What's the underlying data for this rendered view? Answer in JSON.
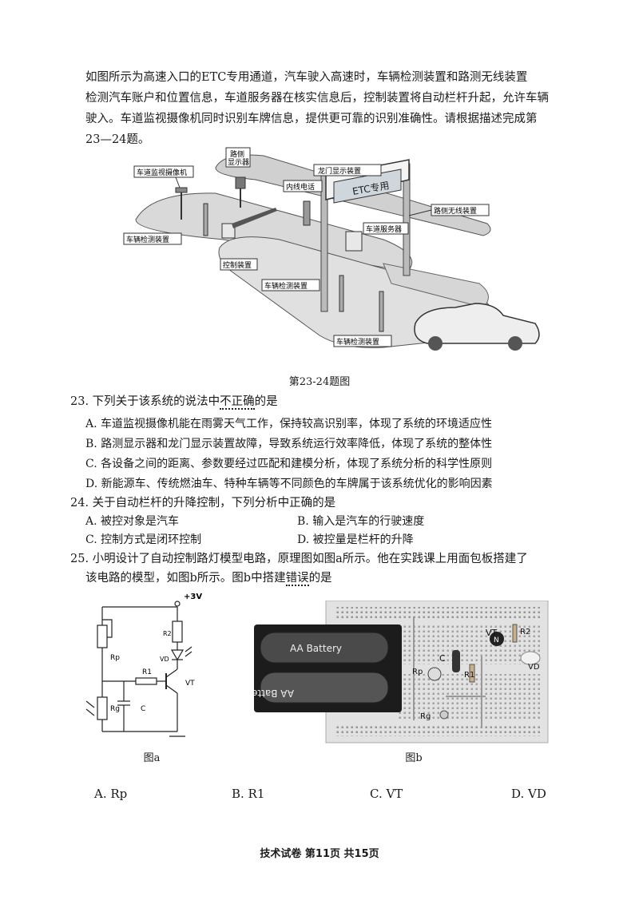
{
  "intro": {
    "line1": "如图所示为高速入口的ETC专用通道，汽车驶入高速时，车辆检测装置和路测无线装置",
    "line2": "检测汽车账户和位置信息，车道服务器在核实信息后，控制装置将自动栏杆升起，允许车辆",
    "line3": "驶入。车道监视摄像机同时识别车牌信息，提供更可靠的识别准确性。请根据描述完成第",
    "line4": "23—24题。"
  },
  "figure1": {
    "labels": {
      "camera": "车道监视摄像机",
      "roadside_display_1": "路侧",
      "roadside_display_2": "显示器",
      "gantry_display": "龙门显示装置",
      "intercom": "内线电话",
      "etc_sign": "ETC专用",
      "roadside_wireless": "路侧无线装置",
      "lane_server": "车道服务器",
      "vehicle_detect_1": "车辆检测装置",
      "control_device": "控制装置",
      "vehicle_detect_2": "车辆检测装置",
      "vehicle_detect_3": "车辆检测装置"
    },
    "caption": "第23-24题图"
  },
  "q23": {
    "stem_pre": "23. 下列关于该系统的说法中",
    "stem_emph": "不正确",
    "stem_post": "的是",
    "A": "A. 车道监视摄像机能在雨雾天气工作，保持较高识别率，体现了系统的环境适应性",
    "B": "B. 路测显示器和龙门显示装置故障，导致系统运行效率降低，体现了系统的整体性",
    "C": "C. 各设备之间的距离、参数要经过匹配和建模分析，体现了系统分析的科学性原则",
    "D": "D. 新能源车、传统燃油车、特种车辆等不同颜色的车牌属于该系统优化的影响因素"
  },
  "q24": {
    "stem": "24. 关于自动栏杆的升降控制，下列分析中正确的是",
    "A": "A. 被控对象是汽车",
    "B": "B. 输入是汽车的行驶速度",
    "C": "C. 控制方式是闭环控制",
    "D": "D. 被控量是栏杆的升降"
  },
  "q25": {
    "line1": "25. 小明设计了自动控制路灯模型电路，原理图如图a所示。他在实践课上用面包板搭建了",
    "line2_pre": "该电路的模型，如图b所示。图b中搭建",
    "line2_emph": "错误",
    "line2_post": "的是",
    "A": "A. Rp",
    "B": "B. R1",
    "C": "C. VT",
    "D": "D. VD"
  },
  "circuit": {
    "vcc": "+3V",
    "rp": "Rp",
    "r2": "R2",
    "vd": "VD",
    "r1": "R1",
    "vt": "VT",
    "rg": "Rg",
    "c": "C",
    "caption": "图a"
  },
  "breadboard": {
    "battery_top": "AA Battery",
    "battery_bottom": "AA Battery",
    "vt": "VT",
    "r2": "R2",
    "c": "C",
    "rp": "Rp",
    "r1": "R1",
    "vd": "VD",
    "rg": "Rg",
    "caption": "图b"
  },
  "footer": {
    "text": "技术试卷  第11页  共15页"
  }
}
